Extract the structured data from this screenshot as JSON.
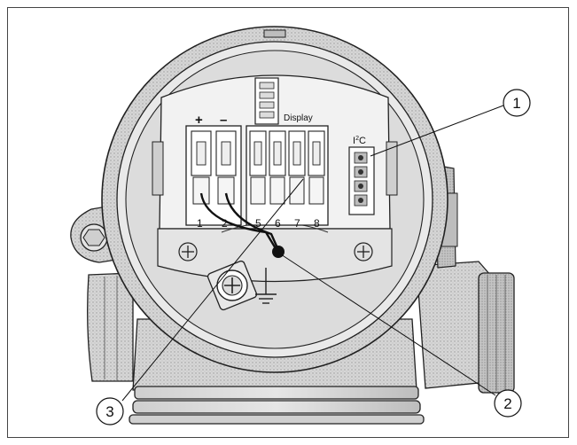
{
  "labels": {
    "plus": "+",
    "minus": "–",
    "display": "Display",
    "i2c_base": "I",
    "i2c_sup": "2",
    "i2c_end": "C",
    "terminals": [
      "1",
      "2",
      "5",
      "6",
      "7",
      "8"
    ]
  },
  "callouts": [
    {
      "number": "1"
    },
    {
      "number": "2"
    },
    {
      "number": "3"
    }
  ]
}
